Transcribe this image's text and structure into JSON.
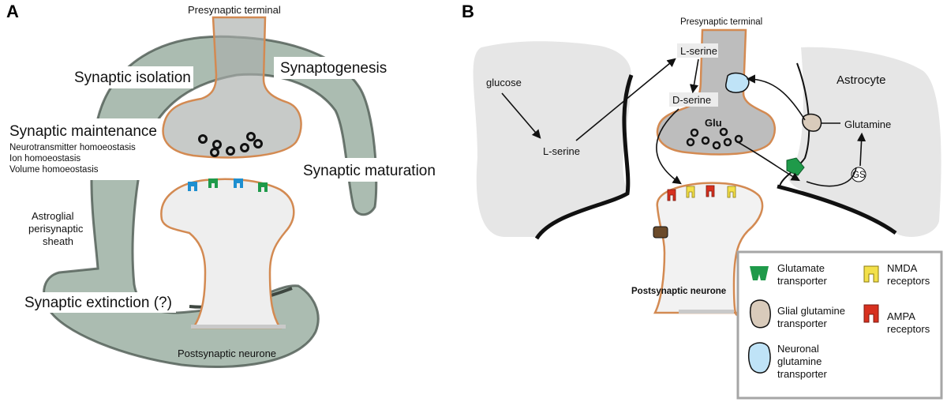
{
  "panel_a": {
    "letter": "A",
    "presynaptic": "Presynaptic terminal",
    "isolation": "Synaptic isolation",
    "synaptogenesis": "Synaptogenesis",
    "maintenance": "Synaptic maintenance",
    "maintenance_items": [
      "Neurotransmitter homoeostasis",
      "Ion homoeostasis",
      "Volume homoeostasis"
    ],
    "maturation": "Synaptic maturation",
    "sheath": [
      "Astroglial",
      "perisynaptic",
      "sheath"
    ],
    "extinction": "Synaptic extinction (?)",
    "postsynaptic": "Postsynaptic neurone"
  },
  "panel_b": {
    "letter": "B",
    "presynaptic": "Presynaptic terminal",
    "l_serine_top": "L-serine",
    "d_serine": "D-serine",
    "glucose": "glucose",
    "l_serine_left": "L-serine",
    "astrocyte": "Astrocyte",
    "glu": "Glu",
    "glutamine": "Glutamine",
    "gs": "GS",
    "postsynaptic": "Postsynaptic neurone"
  },
  "legend": {
    "glutamate_transporter": [
      "Glutamate",
      "transporter"
    ],
    "nmda": [
      "NMDA",
      "receptors"
    ],
    "glial_glutamine": [
      "Glial glutamine",
      "transporter"
    ],
    "ampa": [
      "AMPA",
      "receptors"
    ],
    "neuronal_glutamine": [
      "Neuronal",
      "glutamine",
      "transporter"
    ]
  },
  "colors": {
    "sheath_fill": "#8fa597",
    "sheath_edge": "#4d5a52",
    "membrane": "#d38a52",
    "neuron_fill": "#bdbdbd",
    "astro_fill": "#e6e6e6",
    "green": "#1f9a4a",
    "blue": "#1e8fd0",
    "red": "#d7301f",
    "yellow": "#f3e04a"
  }
}
